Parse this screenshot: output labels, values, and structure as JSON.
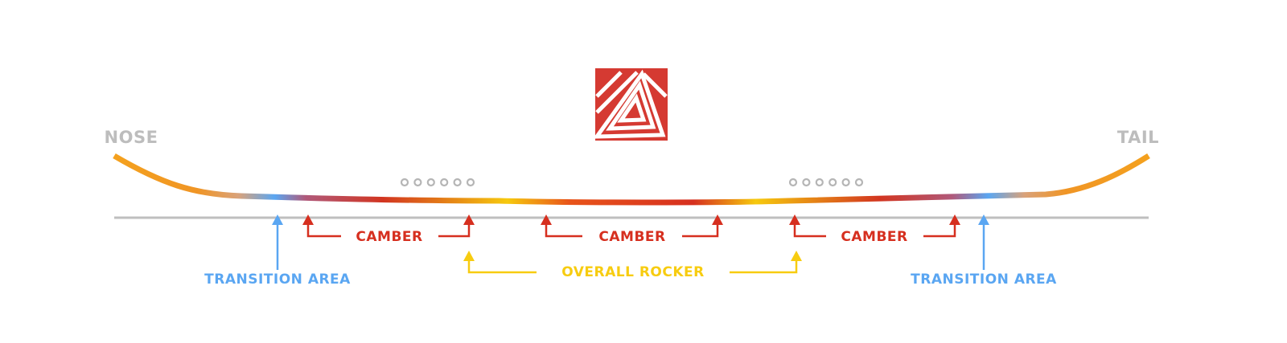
{
  "colors": {
    "camber": "#d62f1f",
    "rocker": "#f7cc10",
    "transition": "#5aa6f2",
    "end_label": "#bdbdbd",
    "baseline": "#bfbfbf",
    "inserts": "#b5b5b5",
    "logo_bg": "#d53a32",
    "logo_fg": "#ffffff"
  },
  "logo": {
    "icon": "triangle-logo-icon"
  },
  "labels": {
    "nose": "NOSE",
    "tail": "TAIL",
    "camber_left": "CAMBER",
    "camber_center": "CAMBER",
    "camber_right": "CAMBER",
    "overall_rocker": "OVERALL ROCKER",
    "transition_left": "TRANSITION AREA",
    "transition_right": "TRANSITION AREA"
  },
  "inserts": {
    "left_count": 6,
    "right_count": 6
  }
}
